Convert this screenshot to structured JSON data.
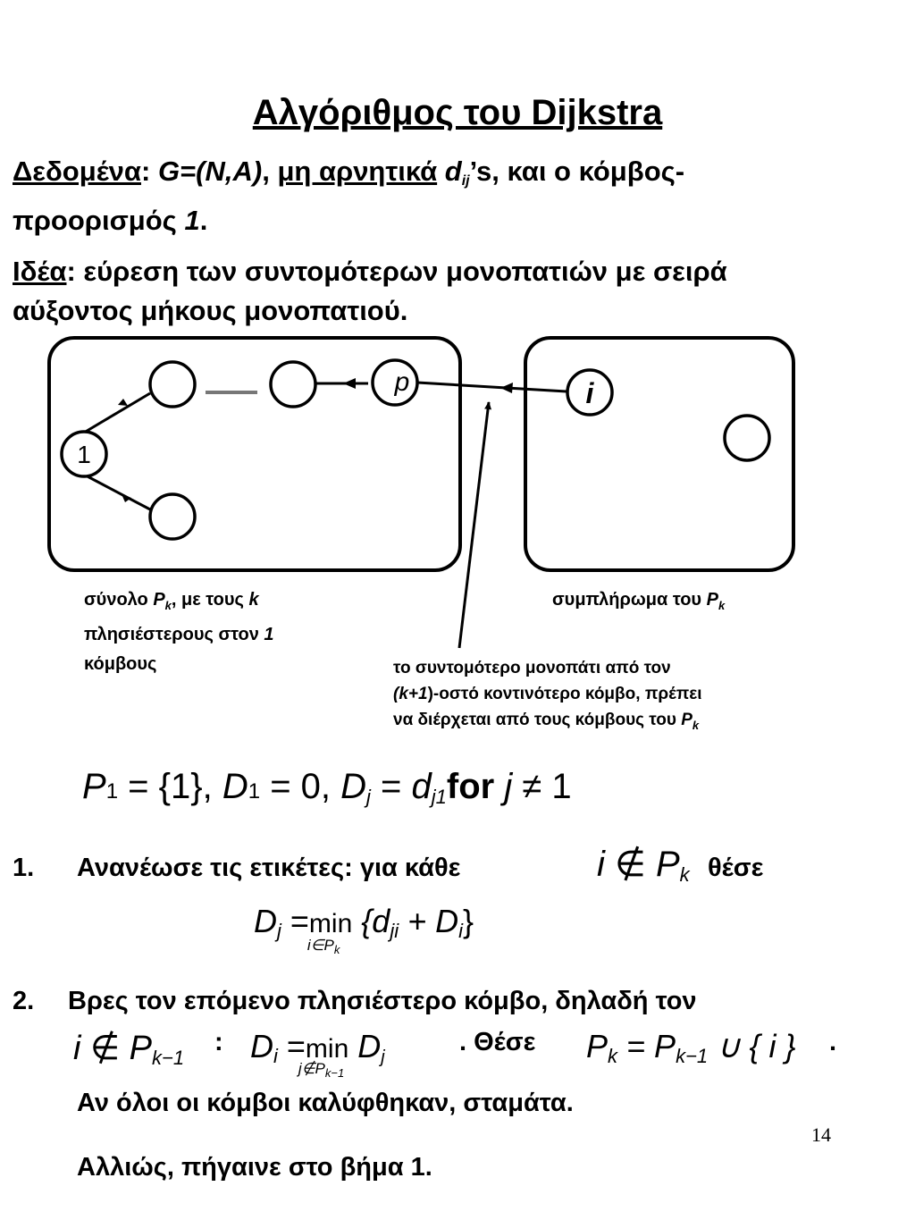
{
  "title": "Αλγόριθμος του Dijkstra",
  "given": {
    "label": "Δεδομένα",
    "colon": ":",
    "graph": "G=(N,A)",
    "comma1": ",",
    "nonneg": "μη αρνητικά",
    "d": "d",
    "d_sub": "ij",
    "d_tail": "’s, και ο κόμβος-",
    "line2_text": "προορισμός",
    "line2_node": "1",
    "line2_end": "."
  },
  "idea": {
    "label": "Ιδέα",
    "text1": ": εύρεση των συντομότερων μονοπατιών με σειρά",
    "text2": "αύξοντος μήκους μονοπατιού."
  },
  "diagram": {
    "node_1": "1",
    "node_p": "p",
    "node_i": "i",
    "caption_left": {
      "l1a": "σύνολο ",
      "l1b": "P",
      "l1sub": "k",
      "l1c": ", με τους ",
      "l1d": "k",
      "l2a": "πλησιέστερους στον ",
      "l2b": "1",
      "l3": "κόμβους"
    },
    "caption_right": {
      "text": "συμπλήρωμα του ",
      "P": "P",
      "sub": "k"
    },
    "caption_bottom": {
      "l1": "το συντομότερο μονοπάτι από τον",
      "l2a": "(k+1",
      "l2b": ")-οστό κοντινότερο κόμβο, πρέπει",
      "l3a": "να διέρχεται από τους κόμβους του ",
      "l3b": "P",
      "l3sub": "k"
    }
  },
  "init": {
    "P1": "P",
    "P1_sub": "1",
    "eq1": " = {1}, ",
    "D1": "D",
    "D1_sub": "1",
    "eq2": " = 0, ",
    "Dj": "D",
    "Dj_sub": "j",
    "eq3": " = ",
    "dj": "d",
    "dj_sub": "j1",
    "for": "for",
    "j": " j",
    "neq": " ≠ 1"
  },
  "step1": {
    "num": "1.",
    "text": "Ανανέωσε τις ετικέτες: για κάθε",
    "cond_i": "i",
    "cond_notin": " ∉ ",
    "cond_P": "P",
    "cond_sub": "k",
    "set": "θέσε",
    "f_D": "D",
    "f_j": "j",
    "f_eq": " =",
    "f_min": "min",
    "f_under": "i∈P",
    "f_under_k": "k",
    "f_body": "{d",
    "f_ji": "ji",
    "f_plus": " + D",
    "f_i": "i",
    "f_close": "}"
  },
  "step2": {
    "num": "2.",
    "text": "Βρες τον επόμενο πλησιέστερο κόμβο, δηλαδή τον",
    "c_i": "i",
    "c_notin": " ∉ ",
    "c_P": "P",
    "c_sub": "k−1",
    "colon": ":",
    "g_D": "D",
    "g_i": "i",
    "g_eq": " =",
    "g_min": "min",
    "g_under": "j∉P",
    "g_under_sub": "k−1",
    "g_Dj": "D",
    "g_j": "j",
    "set": ". Θέσε",
    "u_P": "P",
    "u_k": "k",
    "u_eq": " = P",
    "u_km1": "k−1",
    "u_rest": " ∪ { i }",
    "dot": ".",
    "line_a": "Αν όλοι οι κόμβοι καλύφθηκαν, σταμάτα.",
    "line_b": "Αλλιώς, πήγαινε στο βήμα 1."
  },
  "page_number": "14"
}
